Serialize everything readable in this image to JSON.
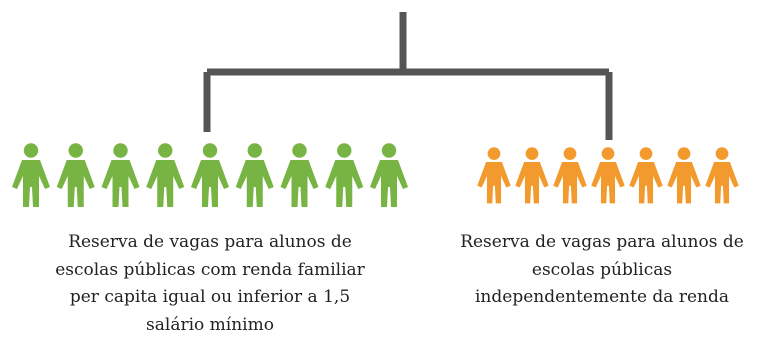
{
  "colors": {
    "connector": "#555555",
    "group_low_income": "#78B443",
    "group_independent": "#F29A2E",
    "text": "#222222"
  },
  "groups": [
    {
      "id": "low-income",
      "people_count": 9,
      "icon": "person-icon",
      "caption_lines": [
        "Reserva de vagas para alunos de",
        "escolas públicas com renda familiar",
        "per capita igual ou inferior a 1,5",
        "salário mínimo"
      ]
    },
    {
      "id": "independent",
      "people_count": 7,
      "icon": "person-icon",
      "caption_lines": [
        "Reserva de vagas para alunos de",
        "escolas públicas",
        "independentemente da renda"
      ]
    }
  ]
}
